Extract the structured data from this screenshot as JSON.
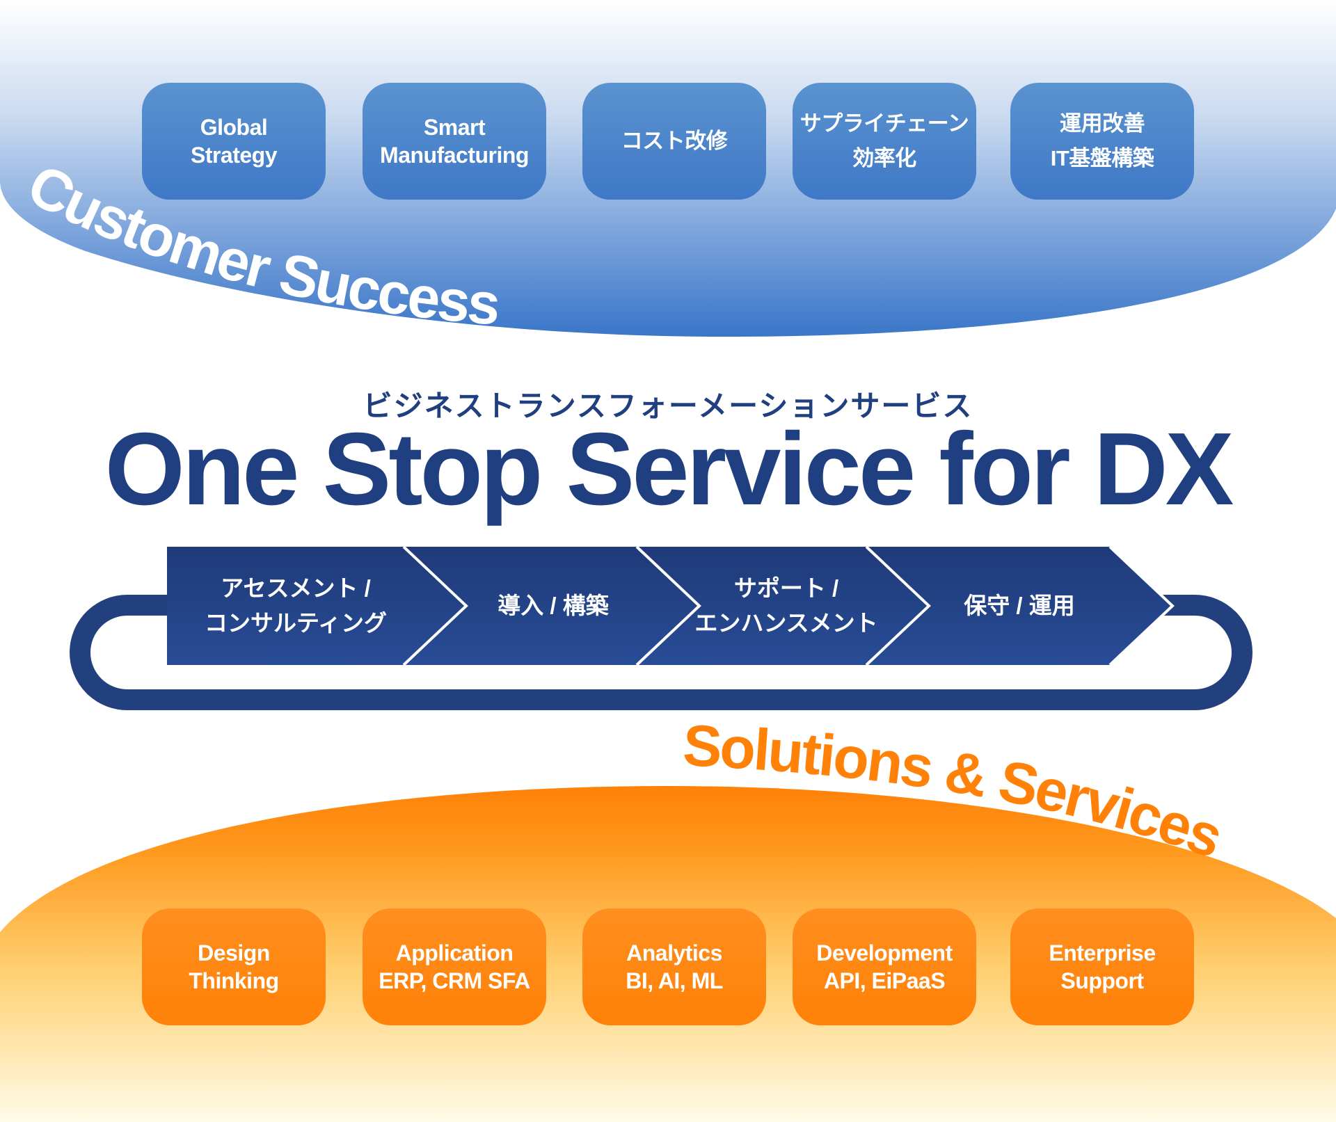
{
  "top_section": {
    "label": "Customer Success",
    "cards": [
      {
        "lines": [
          "Global",
          "Strategy"
        ]
      },
      {
        "lines": [
          "Smart",
          "Manufacturing"
        ]
      },
      {
        "lines": [
          "コスト改修"
        ]
      },
      {
        "lines": [
          "サプライチェーン",
          "効率化"
        ]
      },
      {
        "lines": [
          "運用改善",
          "IT基盤構築"
        ]
      }
    ]
  },
  "center": {
    "subtitle": "ビジネストランスフォーメーションサービス",
    "title": "One Stop Service for DX",
    "steps": [
      {
        "lines": [
          "アセスメント /",
          "コンサルティング"
        ]
      },
      {
        "lines": [
          "導入 / 構築"
        ]
      },
      {
        "lines": [
          "サポート /",
          "エンハンスメント"
        ]
      },
      {
        "lines": [
          "保守 / 運用"
        ]
      }
    ]
  },
  "bottom_section": {
    "label": "Solutions & Services",
    "cards": [
      {
        "lines": [
          "Design",
          "Thinking"
        ]
      },
      {
        "lines": [
          "Application",
          "ERP, CRM SFA"
        ]
      },
      {
        "lines": [
          "Analytics",
          "BI, AI, ML"
        ]
      },
      {
        "lines": [
          "Development",
          "API, EiPaaS"
        ]
      },
      {
        "lines": [
          "Enterprise",
          "Support"
        ]
      }
    ]
  },
  "colors": {
    "blue_top": "#ffffff",
    "blue_bottom": "#3a76c8",
    "navy": "#1f3f80",
    "orange": "#ff8108",
    "orange_light": "#fffbe8"
  }
}
